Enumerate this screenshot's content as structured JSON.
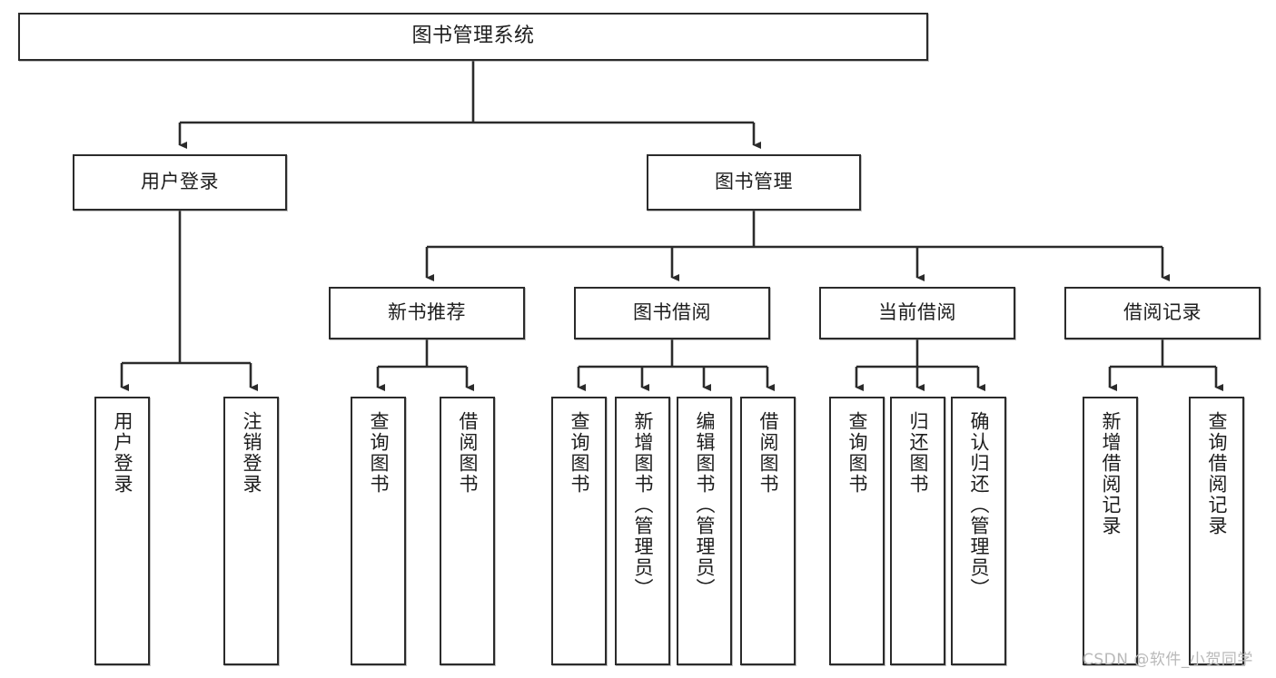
{
  "diagram": {
    "type": "tree-hierarchy-chart",
    "title": "图书管理系统",
    "line_color": "#2b2b2b",
    "box_fill": "#ffffff",
    "text_color": "#1d1d1d",
    "nodes": {
      "root": {
        "label": "图书管理系统"
      },
      "level2": [
        {
          "label": "用户登录"
        },
        {
          "label": "图书管理"
        }
      ],
      "level3": [
        {
          "label": "新书推荐"
        },
        {
          "label": "图书借阅"
        },
        {
          "label": "当前借阅"
        },
        {
          "label": "借阅记录"
        }
      ],
      "leaves": {
        "user_login": [
          {
            "label": "用户登录"
          },
          {
            "label": "注销登录"
          }
        ],
        "new_book_recommend": [
          {
            "label": "查询图书"
          },
          {
            "label": "借阅图书"
          }
        ],
        "book_borrow": [
          {
            "label": "查询图书"
          },
          {
            "label": "新增图书（管理员）"
          },
          {
            "label": "编辑图书（管理员）"
          },
          {
            "label": "借阅图书"
          }
        ],
        "current_borrow": [
          {
            "label": "查询图书"
          },
          {
            "label": "归还图书"
          },
          {
            "label": "确认归还（管理员）"
          }
        ],
        "borrow_records": [
          {
            "label": "新增借阅记录"
          },
          {
            "label": "查询借阅记录"
          }
        ]
      }
    }
  },
  "watermark": {
    "text": "CSDN @软件_小贺同学",
    "color": "#b9b9b9"
  }
}
